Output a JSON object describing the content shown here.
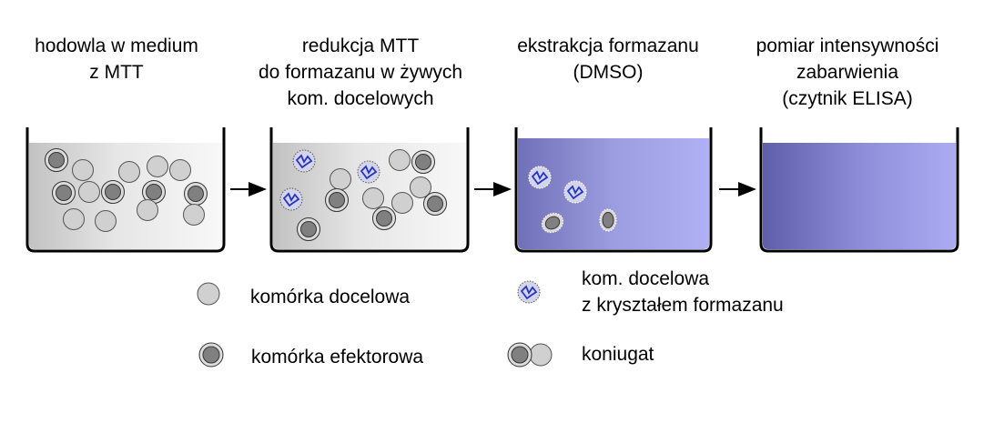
{
  "steps": [
    {
      "title_lines": [
        "hodowla w medium",
        "z MTT"
      ]
    },
    {
      "title_lines": [
        "redukcja MTT",
        "do formazanu w żywych",
        "kom. docelowych"
      ]
    },
    {
      "title_lines": [
        "ekstrakcja formazanu",
        "(DMSO)"
      ]
    },
    {
      "title_lines": [
        "pomiar intensywności",
        "zabarwienia",
        "(czytnik ELISA)"
      ]
    }
  ],
  "legend": {
    "target_cell": "komórka docelowa",
    "effector_cell": "komórka efektorowa",
    "formazan_cell_lines": [
      "kom. docelowa",
      "z kryształem formazanu"
    ],
    "conjugate": "koniugat"
  },
  "colors": {
    "target_cell_fill": "#d0d0d0",
    "effector_cell_fill": "#808080",
    "formazan_crystal": "#2233cc",
    "dmso_light": "#aaaaf2",
    "dmso_dark": "#6a6ab0",
    "culture_medium": "#e0e0e0"
  }
}
